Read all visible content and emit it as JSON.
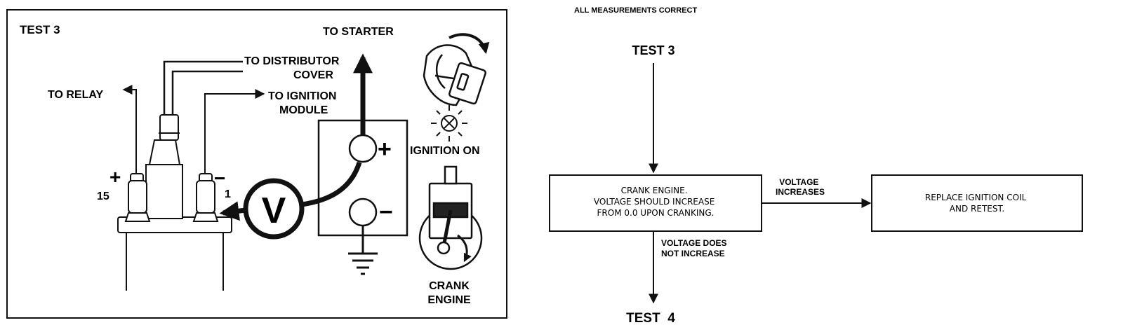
{
  "left_panel": {
    "title": "TEST 3",
    "to_starter": "TO STARTER",
    "to_distributor_cover_1": "TO DISTRIBUTOR",
    "to_distributor_cover_2": "COVER",
    "to_relay": "TO RELAY",
    "to_ignition_module_1": "TO IGNITION",
    "to_ignition_module_2": "MODULE",
    "plus_sign": "+",
    "minus_sign": "−",
    "terminal_15": "15",
    "terminal_1": "1",
    "voltmeter_symbol": "V",
    "battery_plus": "+",
    "battery_minus": "−",
    "ignition_on": "IGNITION ON",
    "crank_engine_1": "CRANK",
    "crank_engine_2": "ENGINE"
  },
  "flowchart": {
    "header": "ALL MEASUREMENTS CORRECT",
    "start": "TEST 3",
    "box1_lines": [
      "CRANK ENGINE.",
      "VOLTAGE SHOULD INCREASE",
      "FROM 0.0 UPON CRANKING."
    ],
    "yes_label_lines": [
      "VOLTAGE",
      "INCREASES"
    ],
    "box2_lines": [
      "REPLACE IGNITION COIL",
      "AND RETEST."
    ],
    "no_label_lines": [
      "VOLTAGE DOES",
      "NOT INCREASE"
    ],
    "end": "TEST  4"
  }
}
